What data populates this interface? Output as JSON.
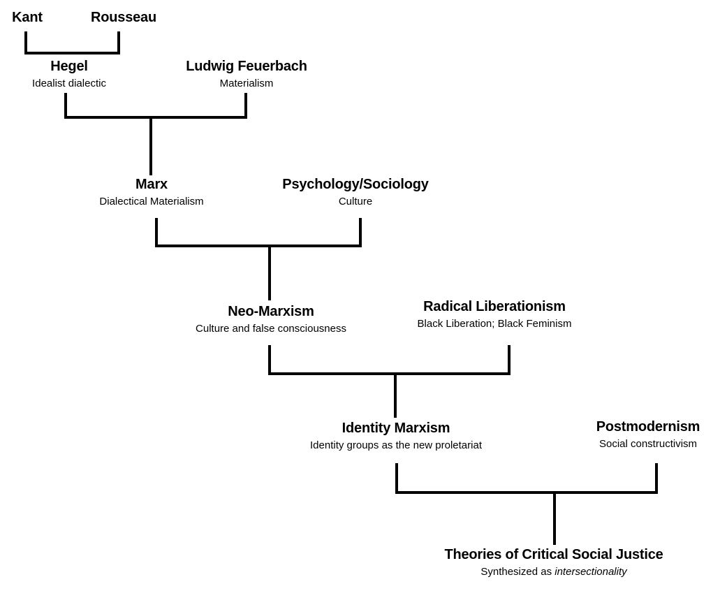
{
  "diagram": {
    "colors": {
      "background": "#ffffff",
      "line": "#000000",
      "text": "#000000"
    },
    "nodes": {
      "kant": {
        "title": "Kant"
      },
      "rousseau": {
        "title": "Rousseau"
      },
      "hegel": {
        "title": "Hegel",
        "subtitle": "Idealist dialectic"
      },
      "feuerbach": {
        "title": "Ludwig Feuerbach",
        "subtitle": "Materialism"
      },
      "marx": {
        "title": "Marx",
        "subtitle": "Dialectical Materialism"
      },
      "psychology_sociology": {
        "title": "Psychology/Sociology",
        "subtitle": "Culture"
      },
      "neo_marxism": {
        "title": "Neo-Marxism",
        "subtitle": "Culture and false consciousness"
      },
      "radical_liberationism": {
        "title": "Radical Liberationism",
        "subtitle": "Black Liberation; Black Feminism"
      },
      "identity_marxism": {
        "title": "Identity Marxism",
        "subtitle": "Identity groups as the new proletariat"
      },
      "postmodernism": {
        "title": "Postmodernism",
        "subtitle": "Social constructivism"
      },
      "critical_social_justice": {
        "title": "Theories of Critical Social Justice",
        "subtitle_prefix": "Synthesized as ",
        "subtitle_italic": "intersectionality"
      }
    },
    "edges": [
      {
        "parents": [
          "Kant",
          "Rousseau"
        ],
        "child": "Hegel"
      },
      {
        "parents": [
          "Hegel",
          "Ludwig Feuerbach"
        ],
        "child": "Marx"
      },
      {
        "parents": [
          "Marx",
          "Psychology/Sociology"
        ],
        "child": "Neo-Marxism"
      },
      {
        "parents": [
          "Neo-Marxism",
          "Radical Liberationism"
        ],
        "child": "Identity Marxism"
      },
      {
        "parents": [
          "Identity Marxism",
          "Postmodernism"
        ],
        "child": "Theories of Critical Social Justice"
      }
    ]
  }
}
